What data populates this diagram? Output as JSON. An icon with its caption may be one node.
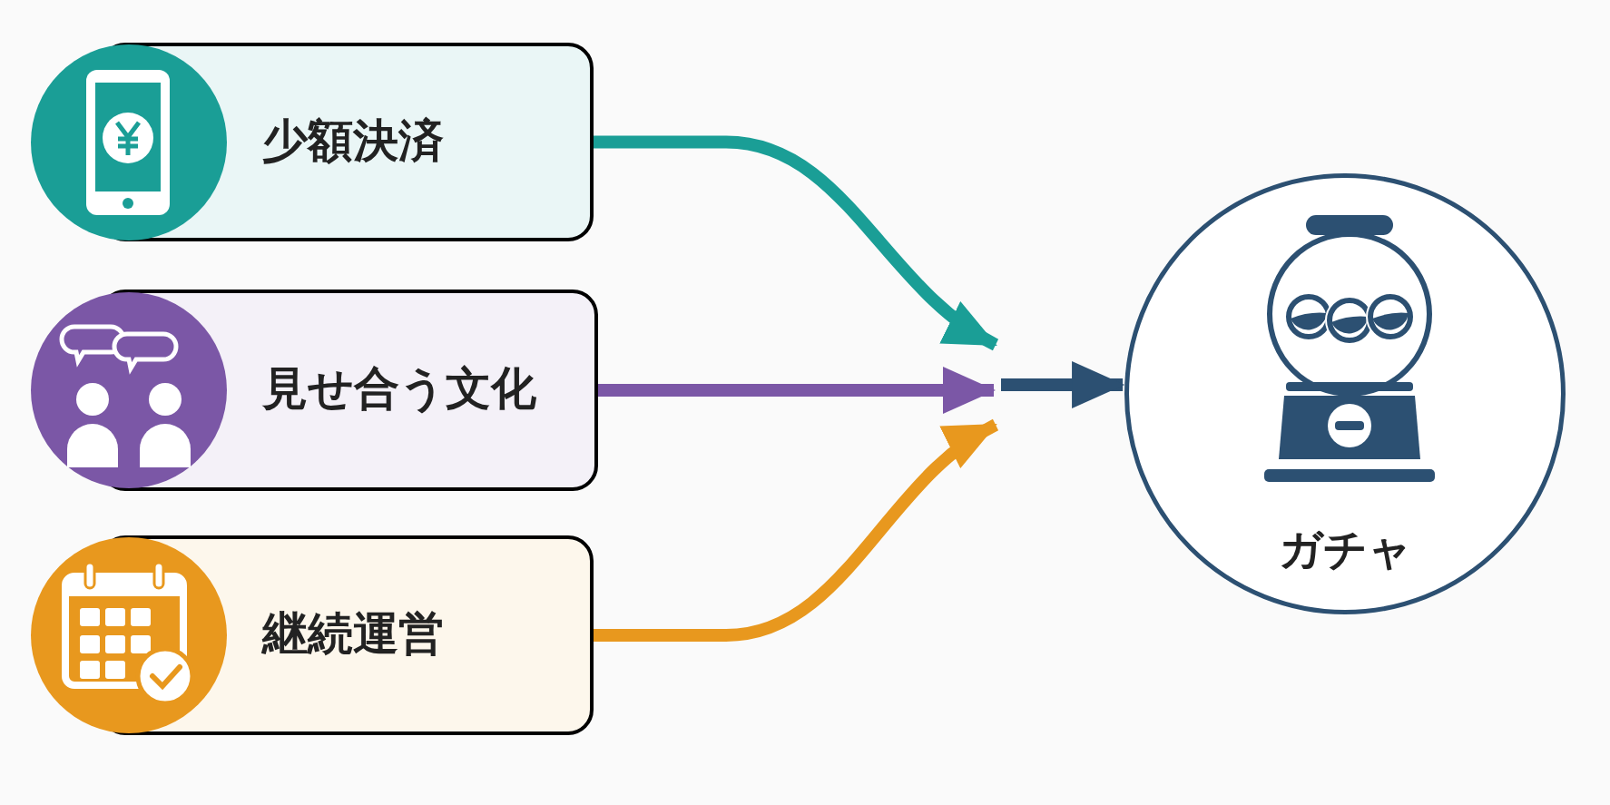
{
  "diagram": {
    "nodes": [
      {
        "text": [
          "少額決済"
        ]
      },
      {
        "text": [
          "見せ合う文化"
        ]
      },
      {
        "text": [
          "継続運営"
        ]
      },
      {
        "text": [
          "ガチャ"
        ]
      }
    ],
    "edges": [
      {
        "from": 0,
        "to": null,
        "arrow": "to",
        "color": "#1a9e96"
      },
      {
        "from": 1,
        "to": null,
        "arrow": "to",
        "color": "#7b57a6"
      },
      {
        "from": 2,
        "to": null,
        "arrow": "to",
        "color": "#e8981e"
      },
      {
        "from": null,
        "to": 3,
        "arrow": "to",
        "color": "#2c5072"
      }
    ]
  }
}
